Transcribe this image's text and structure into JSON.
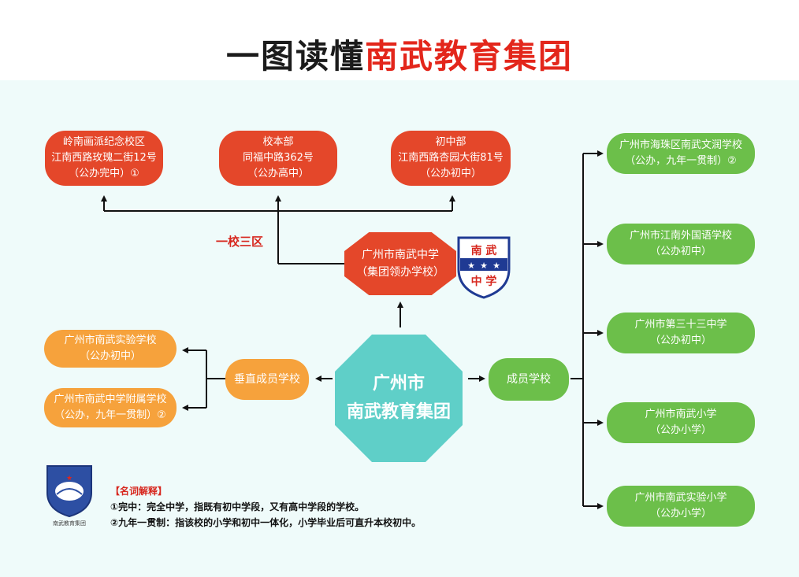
{
  "title": {
    "prefix": "一图读懂",
    "highlight": "南武教育集团"
  },
  "center": {
    "line1": "广州市",
    "line2": "南武教育集团"
  },
  "leading_school": {
    "line1": "广州市南武中学",
    "line2": "（集团领办学校）"
  },
  "campus_label": "一校三区",
  "campuses": [
    {
      "line1": "岭南画派纪念校区",
      "line2": "江南西路玫瑰二街12号",
      "line3": "（公办完中）①"
    },
    {
      "line1": "校本部",
      "line2": "同福中路362号",
      "line3": "（公办高中）"
    },
    {
      "line1": "初中部",
      "line2": "江南西路杏园大街81号",
      "line3": "（公办初中）"
    }
  ],
  "vertical_label": "垂直成员学校",
  "vertical_schools": [
    {
      "line1": "广州市南武实验学校",
      "line2": "（公办初中）"
    },
    {
      "line1": "广州市南武中学附属学校",
      "line2": "（公办，九年一贯制）②"
    }
  ],
  "member_label": "成员学校",
  "member_schools": [
    {
      "line1": "广州市海珠区南武文润学校",
      "line2": "（公办，九年一贯制）②"
    },
    {
      "line1": "广州市江南外国语学校",
      "line2": "（公办初中）"
    },
    {
      "line1": "广州市第三十三中学",
      "line2": "（公办初中）"
    },
    {
      "line1": "广州市南武小学",
      "line2": "（公办小学）"
    },
    {
      "line1": "广州市南武实验小学",
      "line2": "（公办小学）"
    }
  ],
  "badge": {
    "top": "南 武",
    "bottom": "中 学"
  },
  "notes": {
    "title": "【名词解释】",
    "items": [
      "①完中：完全中学，指既有初中学段，又有高中学段的学校。",
      "②九年一贯制：指该校的小学和初中一体化，小学毕业后可直升本校初中。"
    ]
  },
  "logo_caption": "南武教育集团",
  "colors": {
    "red": "#e4472a",
    "orange": "#f6a23c",
    "green": "#6cbf4a",
    "teal": "#5fcfc8",
    "panel": "#effbfa"
  }
}
